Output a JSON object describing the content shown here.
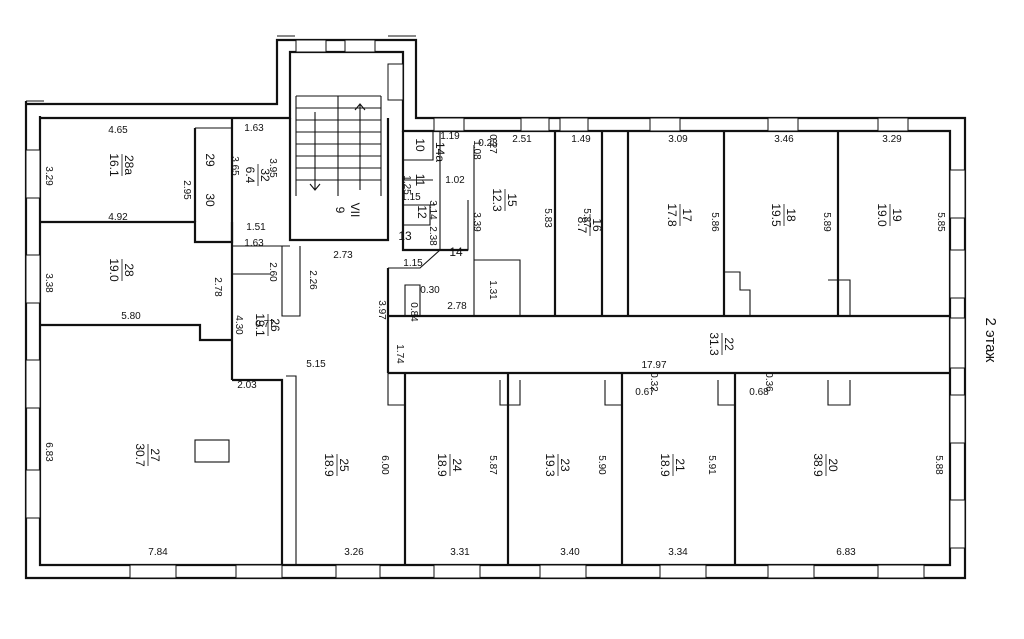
{
  "floor_label": "2 этаж",
  "rooms": [
    {
      "id": "28a",
      "number": "28а",
      "area": "16.1"
    },
    {
      "id": "29",
      "number": "29",
      "area": ""
    },
    {
      "id": "30",
      "number": "30",
      "area": ""
    },
    {
      "id": "32",
      "number": "32",
      "area": "6.4"
    },
    {
      "id": "stair",
      "number": "VII",
      "area": ""
    },
    {
      "id": "9",
      "number": "9",
      "area": ""
    },
    {
      "id": "10",
      "number": "10",
      "area": ""
    },
    {
      "id": "11",
      "number": "11",
      "area": ""
    },
    {
      "id": "14a",
      "number": "14а",
      "area": ""
    },
    {
      "id": "12",
      "number": "12",
      "area": ""
    },
    {
      "id": "13",
      "number": "13",
      "area": ""
    },
    {
      "id": "14",
      "number": "14",
      "area": ""
    },
    {
      "id": "15",
      "number": "15",
      "area": "12.3"
    },
    {
      "id": "16",
      "number": "16",
      "area": "8.7"
    },
    {
      "id": "17",
      "number": "17",
      "area": "17.8"
    },
    {
      "id": "18",
      "number": "18",
      "area": "19.5"
    },
    {
      "id": "19",
      "number": "19",
      "area": "19.0"
    },
    {
      "id": "28",
      "number": "28",
      "area": "19.0"
    },
    {
      "id": "26",
      "number": "26",
      "area": "19.1"
    },
    {
      "id": "22",
      "number": "22",
      "area": "31.3"
    },
    {
      "id": "27",
      "number": "27",
      "area": "30.7"
    },
    {
      "id": "25",
      "number": "25",
      "area": "18.9"
    },
    {
      "id": "24",
      "number": "24",
      "area": "18.9"
    },
    {
      "id": "23",
      "number": "23",
      "area": "19.3"
    },
    {
      "id": "21",
      "number": "21",
      "area": "18.9"
    },
    {
      "id": "20",
      "number": "20",
      "area": "38.9"
    }
  ],
  "dimensions": [
    "4.65",
    "1.63",
    "2.51",
    "1.49",
    "3.09",
    "3.46",
    "3.29",
    "1.19",
    "1.08",
    "0.27",
    "0.28",
    "1.02",
    "1.25",
    "1.15",
    "3.29",
    "2.95",
    "3.65",
    "3.95",
    "4.92",
    "1.51",
    "1.63",
    "3.38",
    "2.78",
    "5.80",
    "4.30",
    "0.77",
    "2.73",
    "2.60",
    "2.26",
    "3.39",
    "5.83",
    "5.87",
    "5.86",
    "5.89",
    "5.85",
    "3.14",
    "2.38",
    "1.15",
    "0.30",
    "0.84",
    "2.78",
    "3.97",
    "1.74",
    "5.15",
    "2.03",
    "17.97",
    "0.32",
    "0.67",
    "0.36",
    "0.68",
    "6.83",
    "6.00",
    "5.87",
    "5.90",
    "5.91",
    "5.88",
    "7.84",
    "3.26",
    "3.31",
    "3.40",
    "3.34",
    "6.83",
    "1.31"
  ]
}
